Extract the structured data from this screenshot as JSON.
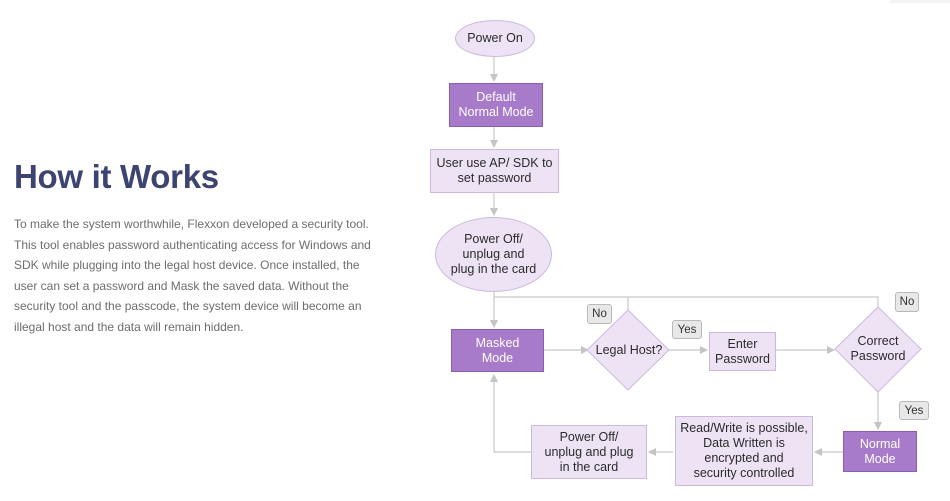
{
  "heading": "How it Works",
  "description": "To make the system worthwhile, Flexxon developed a security tool. This tool enables password authenticating access for Windows and SDK while plugging into the legal host device. Once installed, the user can set a password and Mask the saved data. Without the security tool and the passcode, the system device will become an illegal host and the data will remain hidden.",
  "flowchart": {
    "nodes": {
      "power_on": "Power On",
      "default_mode": "Default\nNormal Mode",
      "set_password": "User use AP/ SDK to\nset password",
      "power_off_1": "Power Off/\nunplug and\nplug in the card",
      "masked_mode": "Masked\nMode",
      "legal_host": "Legal Host?",
      "enter_password": "Enter\nPassword",
      "correct_password": "Correct\nPassword",
      "normal_mode": "Normal\nMode",
      "read_write": "Read/Write is possible,\nData Written  is\nencrypted and\nsecurity controlled",
      "power_off_2": "Power Off/\nunplug and plug\nin the card"
    },
    "labels": {
      "legal_no": "No",
      "legal_yes": "Yes",
      "password_no": "No",
      "password_yes": "Yes"
    }
  },
  "colors": {
    "heading": "#3d4470",
    "light_fill": "#ede3f5",
    "dark_fill": "#a77bca",
    "connector": "#c4c4c4"
  }
}
